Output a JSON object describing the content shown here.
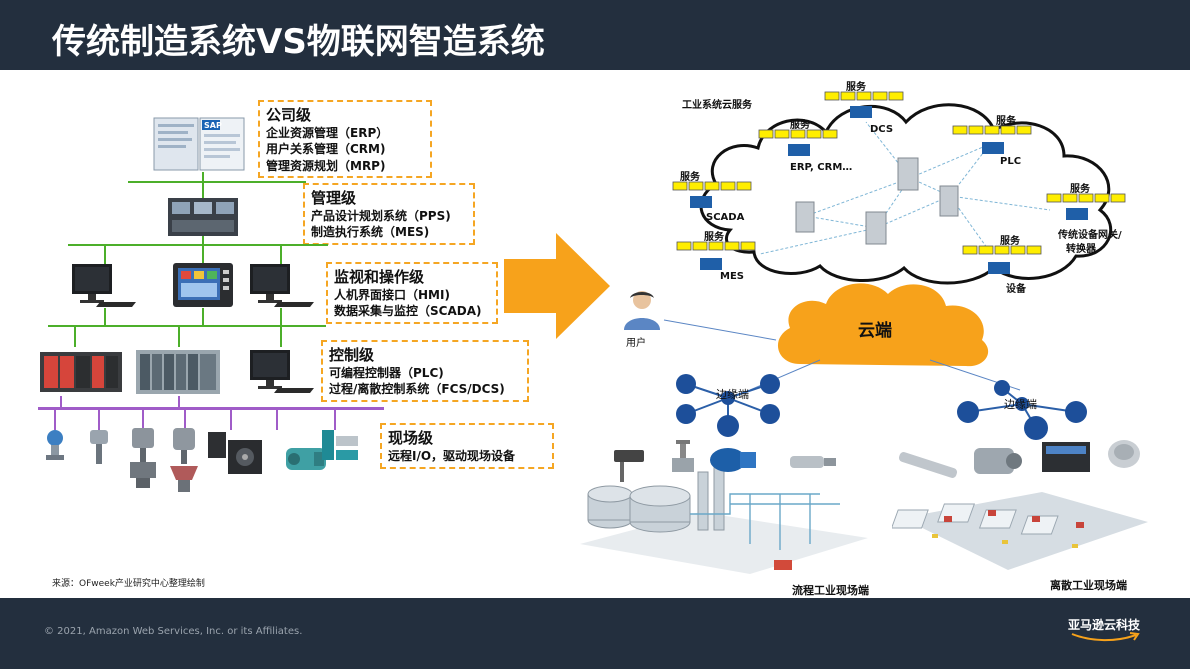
{
  "header": {
    "title": "传统制造系统VS物联网智造系统"
  },
  "left": {
    "levels": [
      {
        "title": "公司级",
        "lines": [
          "企业资源管理（ERP）",
          "用户关系管理（CRM)",
          "管理资源规划（MRP)"
        ]
      },
      {
        "title": "管理级",
        "lines": [
          "产品设计规划系统（PPS)",
          "制造执行系统（MES)"
        ]
      },
      {
        "title": "监视和操作级",
        "lines": [
          "人机界面接口（HMI)",
          "数据采集与监控（SCADA)"
        ]
      },
      {
        "title": "控制级",
        "lines": [
          "可编程控制器（PLC)",
          "过程/离散控制系统（FCS/DCS)"
        ]
      },
      {
        "title": "现场级",
        "lines": [
          "远程I/O，驱动现场设备"
        ]
      }
    ],
    "device_logo": "SAP",
    "source": "来源：OFweek产业研究中心整理绘制"
  },
  "right": {
    "cloud_title": "工业系统云服务",
    "service_label": "服务",
    "nodes": [
      "DCS",
      "PLC",
      "ERP, CRM…",
      "SCADA",
      "传统设备网关/",
      "转换器",
      "MES",
      "设备"
    ],
    "cloud_end": "云端",
    "user": "用户",
    "edge": "边缘端",
    "sites": [
      "流程工业现场端",
      "离散工业现场端"
    ]
  },
  "footer": {
    "copyright": "© 2021, Amazon Web Services, Inc. or its Affiliates.",
    "brand": "亚马逊云科技"
  },
  "colors": {
    "header_bg": "#232f3e",
    "accent_orange": "#f7a21b",
    "bus_green": "#4caf2a",
    "bus_purple": "#a05cc8",
    "service_yellow": "#ffee00",
    "node_blue": "#1f5fa8"
  }
}
